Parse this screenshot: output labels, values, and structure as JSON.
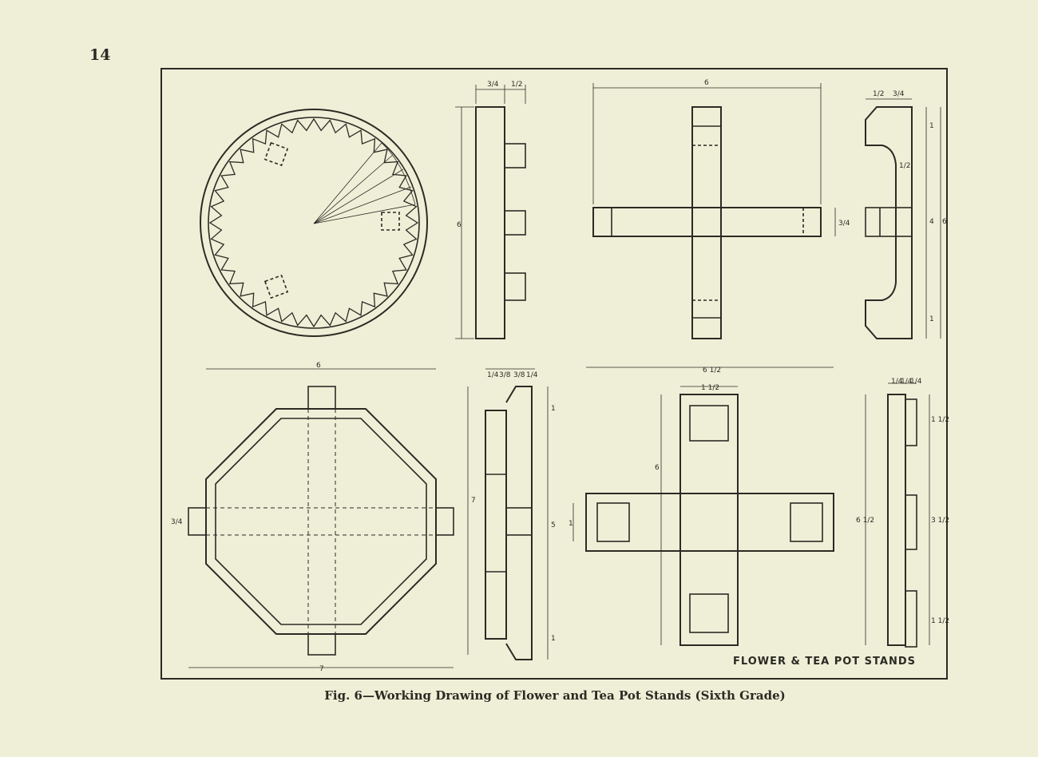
{
  "page_number": "14",
  "caption": "Fig. 6—Working Drawing of Flower and Tea Pot Stands (Sixth Grade)",
  "plate_title": "FLOWER & TEA POT STANDS",
  "dimensions": {
    "top_side_1": [
      "3/4",
      "1/2"
    ],
    "top_side_1_height": "6",
    "top_cross_width": "6",
    "top_cross_arm": "3/4",
    "top_side_2": [
      "1/2",
      "3/4"
    ],
    "top_side_2_heights": [
      "1",
      "1/2",
      "4",
      "6",
      "1"
    ],
    "bottom_oct_width": "6",
    "bottom_oct_outer": "7",
    "bottom_oct_height": "7",
    "bottom_oct_foot": "3/4",
    "bottom_side_1": [
      "1/4",
      "3/8",
      "3/8",
      "1/4"
    ],
    "bottom_side_1_heights": [
      "1",
      "5",
      "1"
    ],
    "bottom_cross_width": "6 1/2",
    "bottom_cross_arm": "1 1/2",
    "bottom_cross_height": "6",
    "bottom_cross_foot": "1",
    "bottom_side_2": [
      "1/4",
      "1/4",
      "1/4"
    ],
    "bottom_side_2_heights": [
      "1 1/2",
      "6 1/2",
      "3 1/2",
      "1 1/2"
    ]
  }
}
